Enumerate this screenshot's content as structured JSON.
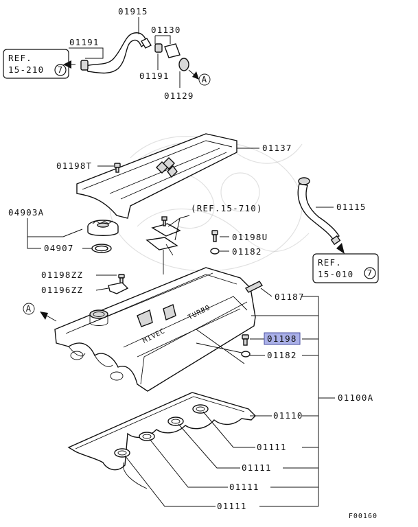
{
  "labels": {
    "p01915": "01915",
    "p01191_top": "01191",
    "p01130": "01130",
    "p01191_mid": "01191",
    "p01129": "01129",
    "p01137": "01137",
    "p01198T": "01198T",
    "p01115": "01115",
    "p04903A": "04903A",
    "p04907": "04907",
    "p01198U": "01198U",
    "p01182_a": "01182",
    "p01198ZZ": "01198ZZ",
    "p01196ZZ": "01196ZZ",
    "p01187": "01187",
    "p01198_highlight": "01198",
    "p01182_b": "01182",
    "p01100A": "01100A",
    "p01110": "01110",
    "p01111_a": "01111",
    "p01111_b": "01111",
    "p01111_c": "01111",
    "p01111_d": "01111",
    "ref_15_710": "(REF.15-710)"
  },
  "refs": {
    "ref1_line1": "REF.",
    "ref1_line2": "15-210",
    "ref1_circle": "7",
    "ref2_line1": "REF.",
    "ref2_line2": "15-010",
    "ref2_circle": "7"
  },
  "markers": {
    "arrow_a_top": "A",
    "arrow_a_left": "A"
  },
  "cover_text": {
    "mivec": "MIVEC",
    "turbo": "TURBO"
  },
  "figure_id": "F00160",
  "colors": {
    "highlight_fill": "#aab0e8",
    "line": "#111111"
  }
}
